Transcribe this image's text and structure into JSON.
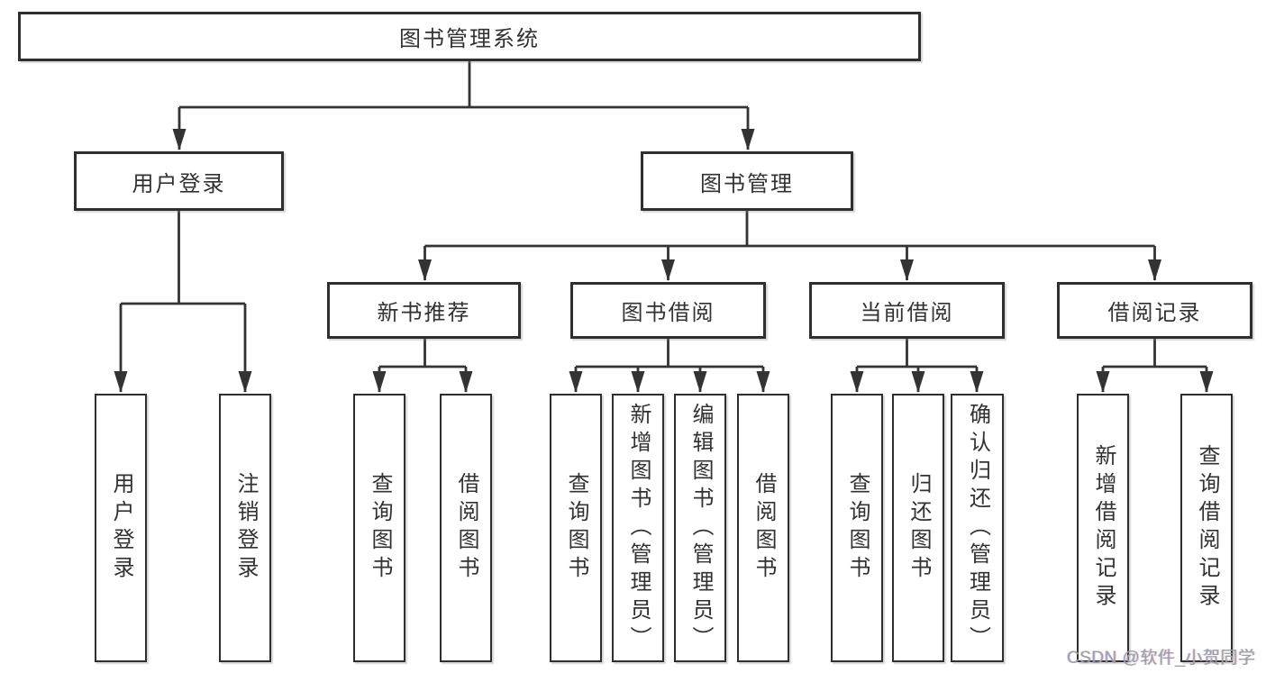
{
  "tree": {
    "root": {
      "label": "图书管理系统"
    },
    "user_login": {
      "label": "用户登录",
      "children": [
        {
          "label": "用户登录"
        },
        {
          "label": "注销登录"
        }
      ]
    },
    "book_management": {
      "label": "图书管理",
      "sections": [
        {
          "label": "新书推荐",
          "children": [
            {
              "label": "查询图书"
            },
            {
              "label": "借阅图书"
            }
          ]
        },
        {
          "label": "图书借阅",
          "children": [
            {
              "label": "查询图书"
            },
            {
              "label": "新增图书（管理员）"
            },
            {
              "label": "编辑图书（管理员）"
            },
            {
              "label": "借阅图书"
            }
          ]
        },
        {
          "label": "当前借阅",
          "children": [
            {
              "label": "查询图书"
            },
            {
              "label": "归还图书"
            },
            {
              "label": "确认归还（管理员）"
            }
          ]
        },
        {
          "label": "借阅记录",
          "children": [
            {
              "label": "新增借阅记录"
            },
            {
              "label": "查询借阅记录"
            }
          ]
        }
      ]
    }
  },
  "watermark": {
    "text": "CSDN @软件_小贺同学"
  },
  "colors": {
    "line": "#333333",
    "box_border": "#2f2f2f",
    "text": "#323232",
    "background": "#ffffff",
    "watermark": "#9aa0a6"
  }
}
